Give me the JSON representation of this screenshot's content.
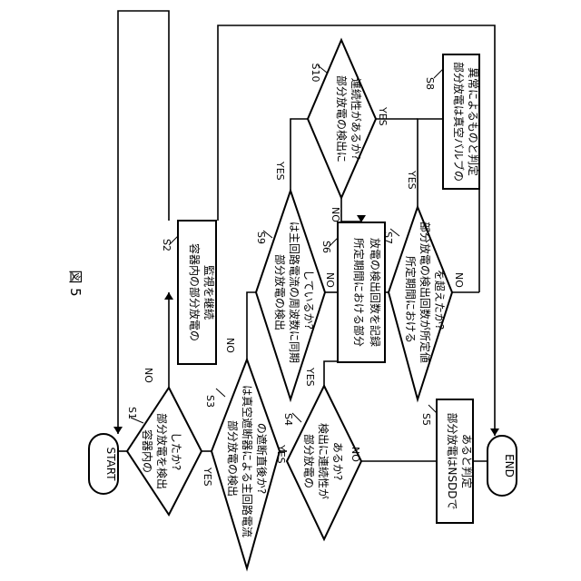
{
  "figure_title": "図 5",
  "start_label": "START",
  "end_label": "END",
  "steps": {
    "s1": {
      "id": "S1",
      "line1": "容器内の",
      "line2": "部分放電を検出",
      "line3": "したか?"
    },
    "s2": {
      "id": "S2",
      "line1": "容器内の部分放電の",
      "line2": "監視を継続"
    },
    "s3": {
      "id": "S3",
      "line1": "部分放電の検出",
      "line2": "は真空遮断器による主回路電流",
      "line3": "の遮断直後か?"
    },
    "s4": {
      "id": "S4",
      "line1": "部分放電の",
      "line2": "検出に連続性が",
      "line3": "あるか?"
    },
    "s5": {
      "id": "S5",
      "line1": "部分放電はNSDDで",
      "line2": "あると判定"
    },
    "s6": {
      "id": "S6",
      "line1": "所定期間における部分",
      "line2": "放電の検出回数を記録"
    },
    "s7": {
      "id": "S7",
      "line1": "所定期間における",
      "line2": "部分放電の検出回数が所定値",
      "line3": "を超えたか?"
    },
    "s8": {
      "id": "S8",
      "line1": "部分放電は真空バルブの",
      "line2": "異常によるものと判定"
    },
    "s9": {
      "id": "S9",
      "line1": "部分放電の検出",
      "line2": "は主回路電流の周波数に同期",
      "line3": "しているか?"
    },
    "s10": {
      "id": "S10",
      "line1": "部分放電の検出に",
      "line2": "連続性があるか?"
    }
  },
  "branches": {
    "yes": "YES",
    "no": "NO"
  }
}
